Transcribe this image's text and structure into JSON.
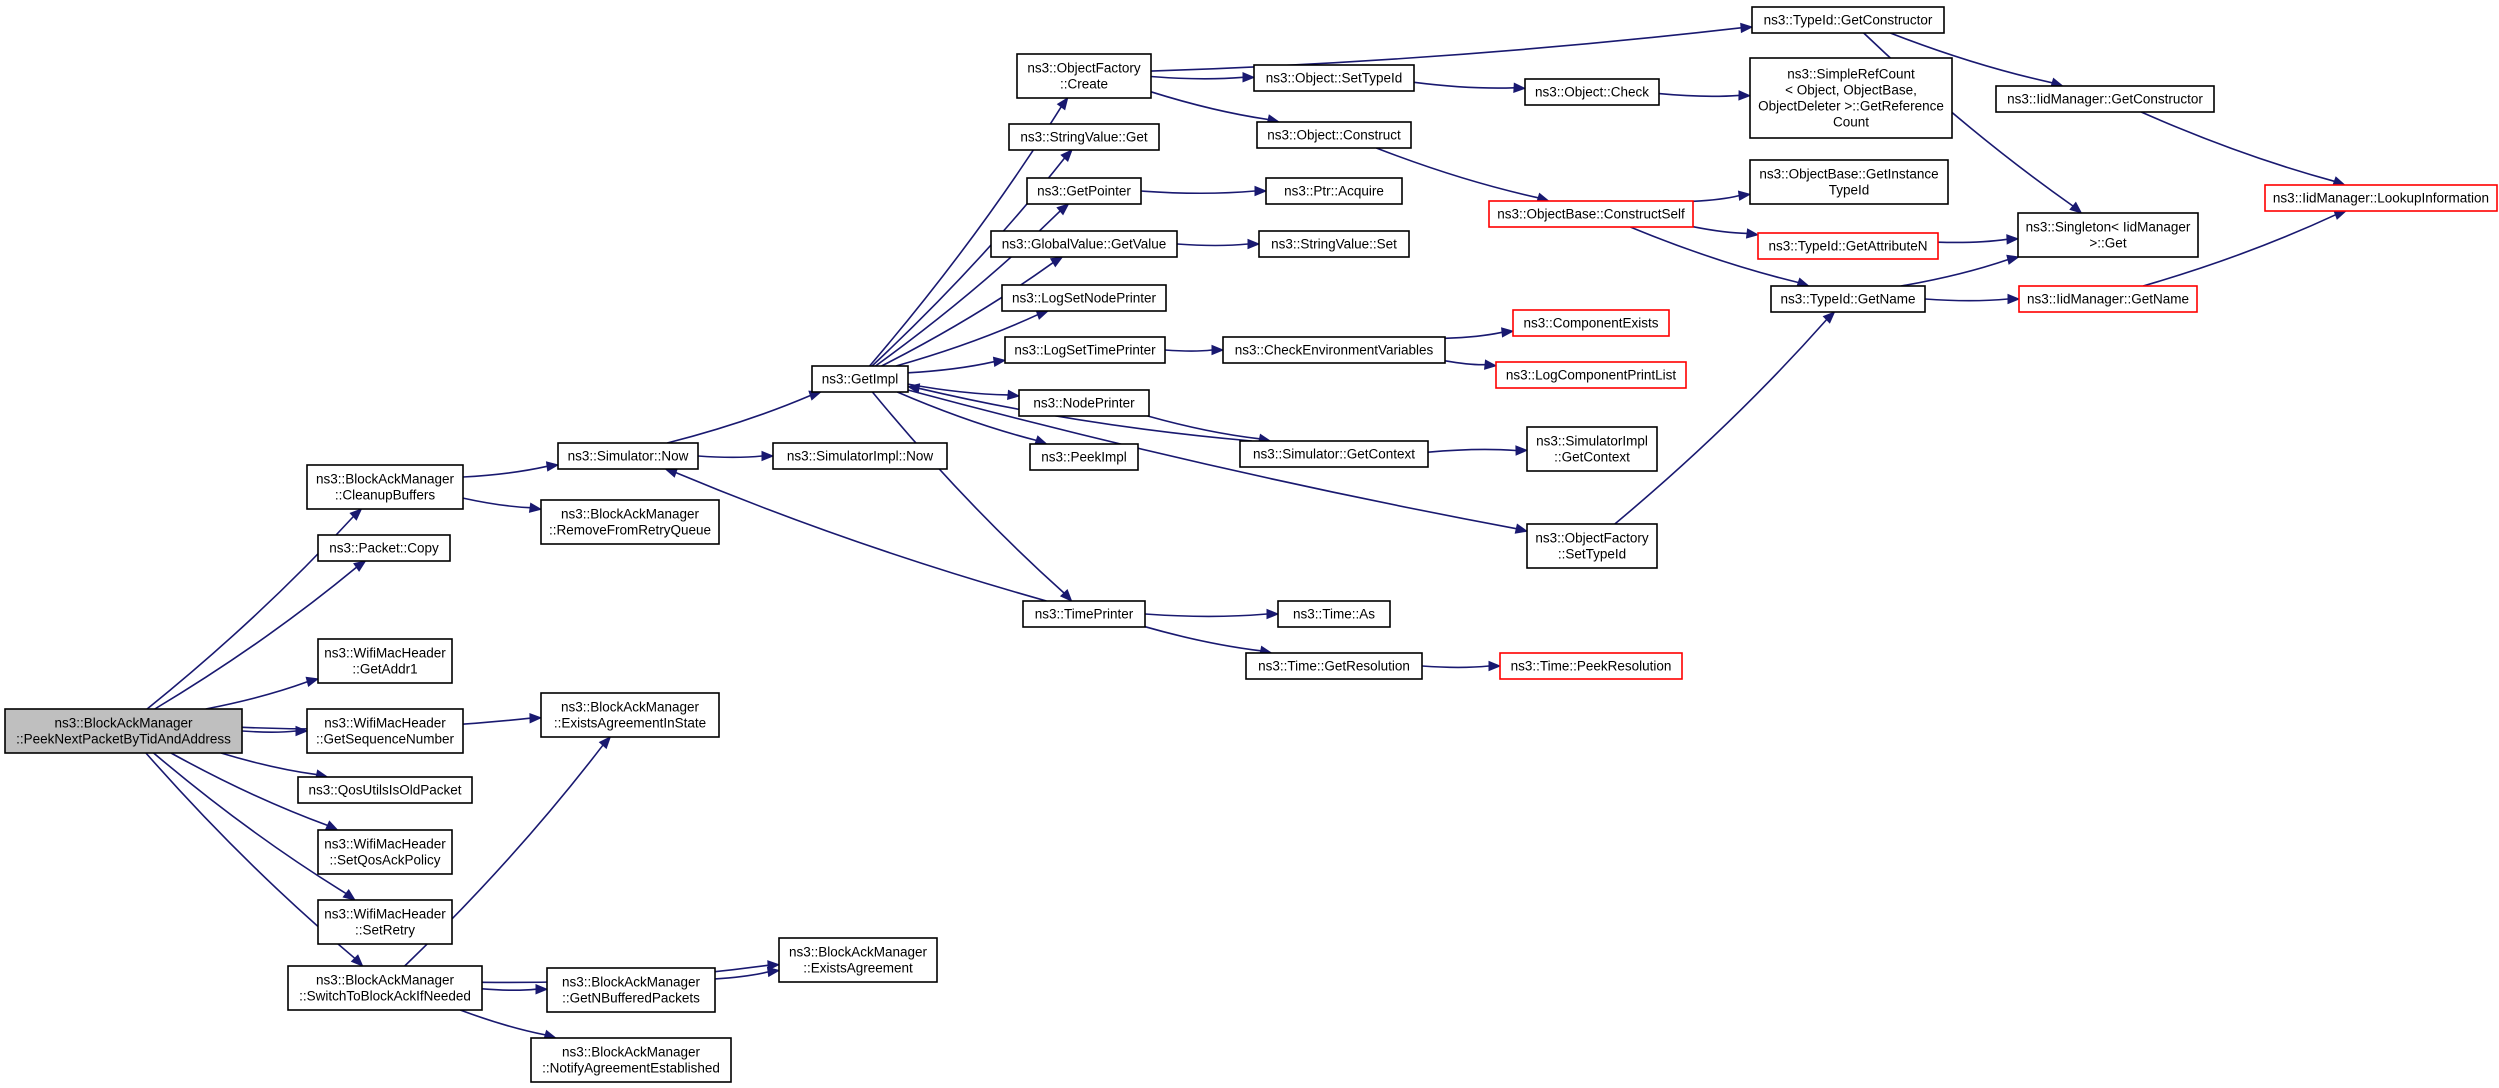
{
  "diagram": {
    "colors": {
      "edge": "#191970",
      "node_border": "#000000",
      "node_border_truncated": "#ff0000",
      "root_fill": "#bfbfbf"
    },
    "nodes": [
      {
        "id": "root",
        "lines": [
          "ns3::BlockAckManager",
          "::PeekNextPacketByTidAndAddress"
        ],
        "style": "root"
      },
      {
        "id": "cleanup",
        "lines": [
          "ns3::BlockAckManager",
          "::CleanupBuffers"
        ]
      },
      {
        "id": "pktcopy",
        "lines": [
          "ns3::Packet::Copy"
        ]
      },
      {
        "id": "getaddr1",
        "lines": [
          "ns3::WifiMacHeader",
          "::GetAddr1"
        ]
      },
      {
        "id": "getseq",
        "lines": [
          "ns3::WifiMacHeader",
          "::GetSequenceNumber"
        ]
      },
      {
        "id": "qosold",
        "lines": [
          "ns3::QosUtilsIsOldPacket"
        ]
      },
      {
        "id": "setqos",
        "lines": [
          "ns3::WifiMacHeader",
          "::SetQosAckPolicy"
        ]
      },
      {
        "id": "setretry",
        "lines": [
          "ns3::WifiMacHeader",
          "::SetRetry"
        ]
      },
      {
        "id": "switchba",
        "lines": [
          "ns3::BlockAckManager",
          "::SwitchToBlockAckIfNeeded"
        ]
      },
      {
        "id": "simnow",
        "lines": [
          "ns3::Simulator::Now"
        ]
      },
      {
        "id": "removeretry",
        "lines": [
          "ns3::BlockAckManager",
          "::RemoveFromRetryQueue"
        ]
      },
      {
        "id": "existsstate",
        "lines": [
          "ns3::BlockAckManager",
          "::ExistsAgreementInState"
        ]
      },
      {
        "id": "getnbuf",
        "lines": [
          "ns3::BlockAckManager",
          "::GetNBufferedPackets"
        ]
      },
      {
        "id": "notify",
        "lines": [
          "ns3::BlockAckManager",
          "::NotifyAgreementEstablished"
        ]
      },
      {
        "id": "existsagr",
        "lines": [
          "ns3::BlockAckManager",
          "::ExistsAgreement"
        ]
      },
      {
        "id": "getimpl",
        "lines": [
          "ns3::GetImpl"
        ]
      },
      {
        "id": "simimplnow",
        "lines": [
          "ns3::SimulatorImpl::Now"
        ]
      },
      {
        "id": "ofcreate",
        "lines": [
          "ns3::ObjectFactory",
          "::Create"
        ]
      },
      {
        "id": "strget",
        "lines": [
          "ns3::StringValue::Get"
        ]
      },
      {
        "id": "getptr",
        "lines": [
          "ns3::GetPointer"
        ]
      },
      {
        "id": "gvget",
        "lines": [
          "ns3::GlobalValue::GetValue"
        ]
      },
      {
        "id": "lognode",
        "lines": [
          "ns3::LogSetNodePrinter"
        ]
      },
      {
        "id": "logtime",
        "lines": [
          "ns3::LogSetTimePrinter"
        ]
      },
      {
        "id": "nodeprinter",
        "lines": [
          "ns3::NodePrinter"
        ]
      },
      {
        "id": "peekimpl",
        "lines": [
          "ns3::PeekImpl"
        ]
      },
      {
        "id": "timeprinter",
        "lines": [
          "ns3::TimePrinter"
        ]
      },
      {
        "id": "objsettid",
        "lines": [
          "ns3::Object::SetTypeId"
        ]
      },
      {
        "id": "objconstruct",
        "lines": [
          "ns3::Object::Construct"
        ]
      },
      {
        "id": "ptracq",
        "lines": [
          "ns3::Ptr::Acquire"
        ]
      },
      {
        "id": "strset",
        "lines": [
          "ns3::StringValue::Set"
        ]
      },
      {
        "id": "checkenv",
        "lines": [
          "ns3::CheckEnvironmentVariables"
        ]
      },
      {
        "id": "simgetctx",
        "lines": [
          "ns3::Simulator::GetContext"
        ]
      },
      {
        "id": "timeas",
        "lines": [
          "ns3::Time::As"
        ]
      },
      {
        "id": "timeres",
        "lines": [
          "ns3::Time::GetResolution"
        ]
      },
      {
        "id": "tidgetctor",
        "lines": [
          "ns3::TypeId::GetConstructor"
        ]
      },
      {
        "id": "objcheck",
        "lines": [
          "ns3::Object::Check"
        ]
      },
      {
        "id": "obconstructself",
        "lines": [
          "ns3::ObjectBase::ConstructSelf"
        ],
        "style": "red"
      },
      {
        "id": "compexists",
        "lines": [
          "ns3::ComponentExists"
        ],
        "style": "red"
      },
      {
        "id": "logcomplist",
        "lines": [
          "ns3::LogComponentPrintList"
        ],
        "style": "red"
      },
      {
        "id": "simimplctx",
        "lines": [
          "ns3::SimulatorImpl",
          "::GetContext"
        ]
      },
      {
        "id": "ofsettid",
        "lines": [
          "ns3::ObjectFactory",
          "::SetTypeId"
        ]
      },
      {
        "id": "timepeekres",
        "lines": [
          "ns3::Time::PeekResolution"
        ],
        "style": "red"
      },
      {
        "id": "srcgetref",
        "lines": [
          "ns3::SimpleRefCount",
          "< Object, ObjectBase,",
          "ObjectDeleter >::GetReference",
          "Count"
        ]
      },
      {
        "id": "obgetinst",
        "lines": [
          "ns3::ObjectBase::GetInstance",
          "TypeId"
        ]
      },
      {
        "id": "tidgetattrn",
        "lines": [
          "ns3::TypeId::GetAttributeN"
        ],
        "style": "red"
      },
      {
        "id": "tidgetname",
        "lines": [
          "ns3::TypeId::GetName"
        ]
      },
      {
        "id": "iidgetctor",
        "lines": [
          "ns3::IidManager::GetConstructor"
        ]
      },
      {
        "id": "singleton",
        "lines": [
          "ns3::Singleton< IidManager",
          ">::Get"
        ]
      },
      {
        "id": "iidgetname",
        "lines": [
          "ns3::IidManager::GetName"
        ],
        "style": "red"
      },
      {
        "id": "iidlookup",
        "lines": [
          "ns3::IidManager::LookupInformation"
        ],
        "style": "red"
      }
    ]
  }
}
